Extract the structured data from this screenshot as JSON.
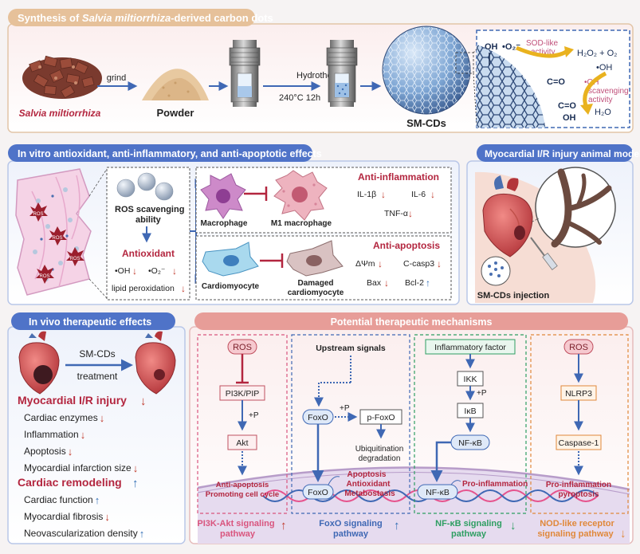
{
  "synthesis": {
    "header_prefix": "Synthesis of ",
    "header_species": "Salvia miltiorrhiza",
    "header_suffix": "-derived carbon dots",
    "raw_label": "Salvia miltiorrhiza",
    "grind_label": "grind",
    "powder_label": "Powder",
    "hydrothermal_label": "Hydrothermal",
    "conditions_label": "240°C 12h",
    "product_label": "SM-CDs",
    "inset": {
      "oh_label": "OH",
      "o2_label": "•O₂⁻",
      "sod_line1": "SOD-like",
      "sod_line2": "activity",
      "h2o2_label": "H₂O₂ + O₂",
      "oh_radical_label": "•OH",
      "oh_scav_line1": "•OH",
      "oh_scav_line2": "scavenging",
      "oh_scav_line3": "activity",
      "h2o_label": "H₂O",
      "co1_label": "C=O",
      "co2_label": "C=O",
      "oh2_label": "OH"
    }
  },
  "invitro": {
    "header": "In vitro antioxidant, anti-inflammatory, and anti-apoptotic effects",
    "ros_tag": "ROS",
    "ros_scav_line1": "ROS scavenging",
    "ros_scav_line2": "ability",
    "antioxidant_title": "Antioxidant",
    "oh_item": "•OH",
    "o2_item": "•O₂⁻",
    "lipid_item": "lipid peroxidation",
    "macrophage_label": "Macrophage",
    "m1_label": "M1 macrophage",
    "anti_inflam_title": "Anti-inflammation",
    "il1b": "IL-1β",
    "il6": "IL-6",
    "tnfa": "TNF-α",
    "cardiomyocyte_label": "Cardiomyocyte",
    "damaged_line1": "Damaged",
    "damaged_line2": "cardiomyocyte",
    "anti_apop_title": "Anti-apoptosis",
    "dpsi": "ΔΨm",
    "ccasp3": "C-casp3",
    "bax": "Bax",
    "bcl2": "Bcl-2"
  },
  "animal": {
    "header": "Myocardial I/R injury animal model",
    "injection_label": "SM-CDs injection"
  },
  "invivo": {
    "header": "In vivo therapeutic effects",
    "treatment_line1": "SM-CDs",
    "treatment_line2": "treatment",
    "injury_title": "Myocardial I/R injury",
    "injury_items": [
      "Cardiac enzymes",
      "Inflammation",
      "Apoptosis",
      "Myocardial infarction size"
    ],
    "remodeling_title": "Cardiac remodeling",
    "remodeling_items": [
      "Cardiac function",
      "Myocardial fibrosis",
      "Neovascularization density"
    ]
  },
  "mechanisms": {
    "header": "Potential therapeutic mechanisms",
    "pi3k": {
      "ros": "ROS",
      "node1": "PI3K/PIP",
      "plus_p": "+P",
      "node2": "Akt",
      "effect_line1": "Anti-apoptosis",
      "effect_line2": "Promoting cell cycle",
      "pathway_line1": "PI3K-Akt signaling",
      "pathway_line2": "pathway"
    },
    "foxo": {
      "upstream": "Upstream signals",
      "node1": "FoxO",
      "plus_p": "+P",
      "node2": "p-FoxO",
      "ubi_line1": "Ubiquitination",
      "ubi_line2": "degradation",
      "nuclear": "FoxO",
      "effect_line1": "Apoptosis",
      "effect_line2": "Antioxidant",
      "effect_line3": "Metabostasis",
      "pathway_line1": "FoxO signaling",
      "pathway_line2": "pathway"
    },
    "nfkb": {
      "top": "Inflammatory factor",
      "node1": "IKK",
      "plus_p": "+P",
      "node2": "IκB",
      "node3": "NF-κB",
      "nuclear": "NF-κB",
      "effect": "Pro-inflammation",
      "pathway_line1": "NF-κB signaling",
      "pathway_line2": "pathway"
    },
    "nlrp": {
      "ros": "ROS",
      "node1": "NLRP3",
      "node2": "Caspase-1",
      "effect_line1": "Pro-inflammation",
      "effect_line2": "pyroptosis",
      "pathway_line1": "NOD-like receptor",
      "pathway_line2": "signaling pathway"
    }
  },
  "colors": {
    "red_accent": "#b3263f",
    "header_blue": "#4f73c8",
    "tan_header": "#e6c19a",
    "pink_header": "#e79d98",
    "up_blue": "#2f6db5",
    "down_red": "#c0392b",
    "green": "#2e9e62",
    "orange": "#e0883a"
  }
}
